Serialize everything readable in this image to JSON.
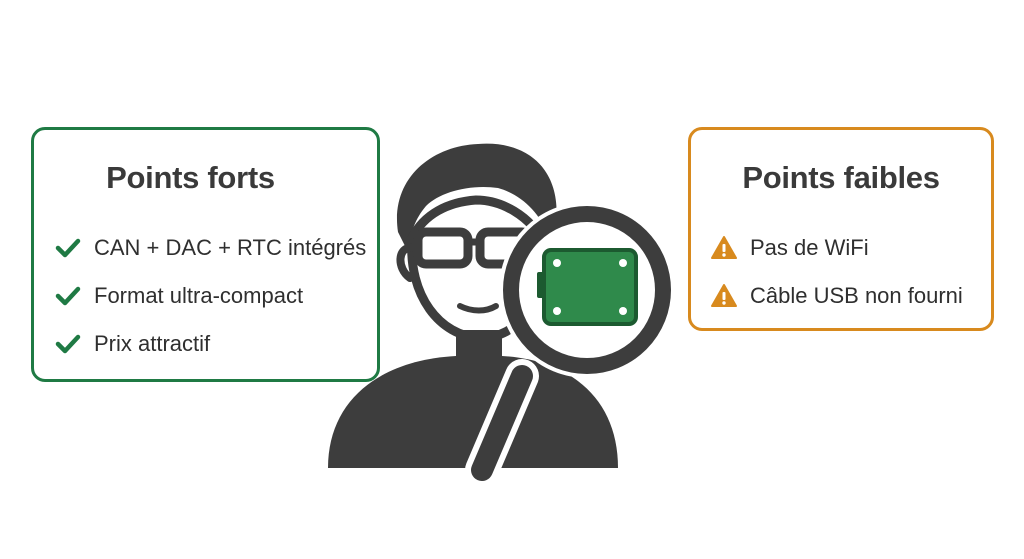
{
  "colors": {
    "strengths_accent": "#1f7a44",
    "weaknesses_accent": "#d88a1e",
    "illustration": "#3d3d3d",
    "board_green": "#2f8a4b",
    "board_dark": "#1c5a30"
  },
  "strengths": {
    "title": "Points forts",
    "icon": "check-icon",
    "items": [
      "CAN + DAC + RTC intégrés",
      "Format ultra-compact",
      "Prix attractif"
    ]
  },
  "weaknesses": {
    "title": "Points faibles",
    "icon": "warning-icon",
    "items": [
      "Pas de WiFi",
      "Câble USB non fourni"
    ]
  },
  "illustration": {
    "figure": "person-with-magnifier-icon",
    "inspected_object": "circuit-board-icon"
  }
}
